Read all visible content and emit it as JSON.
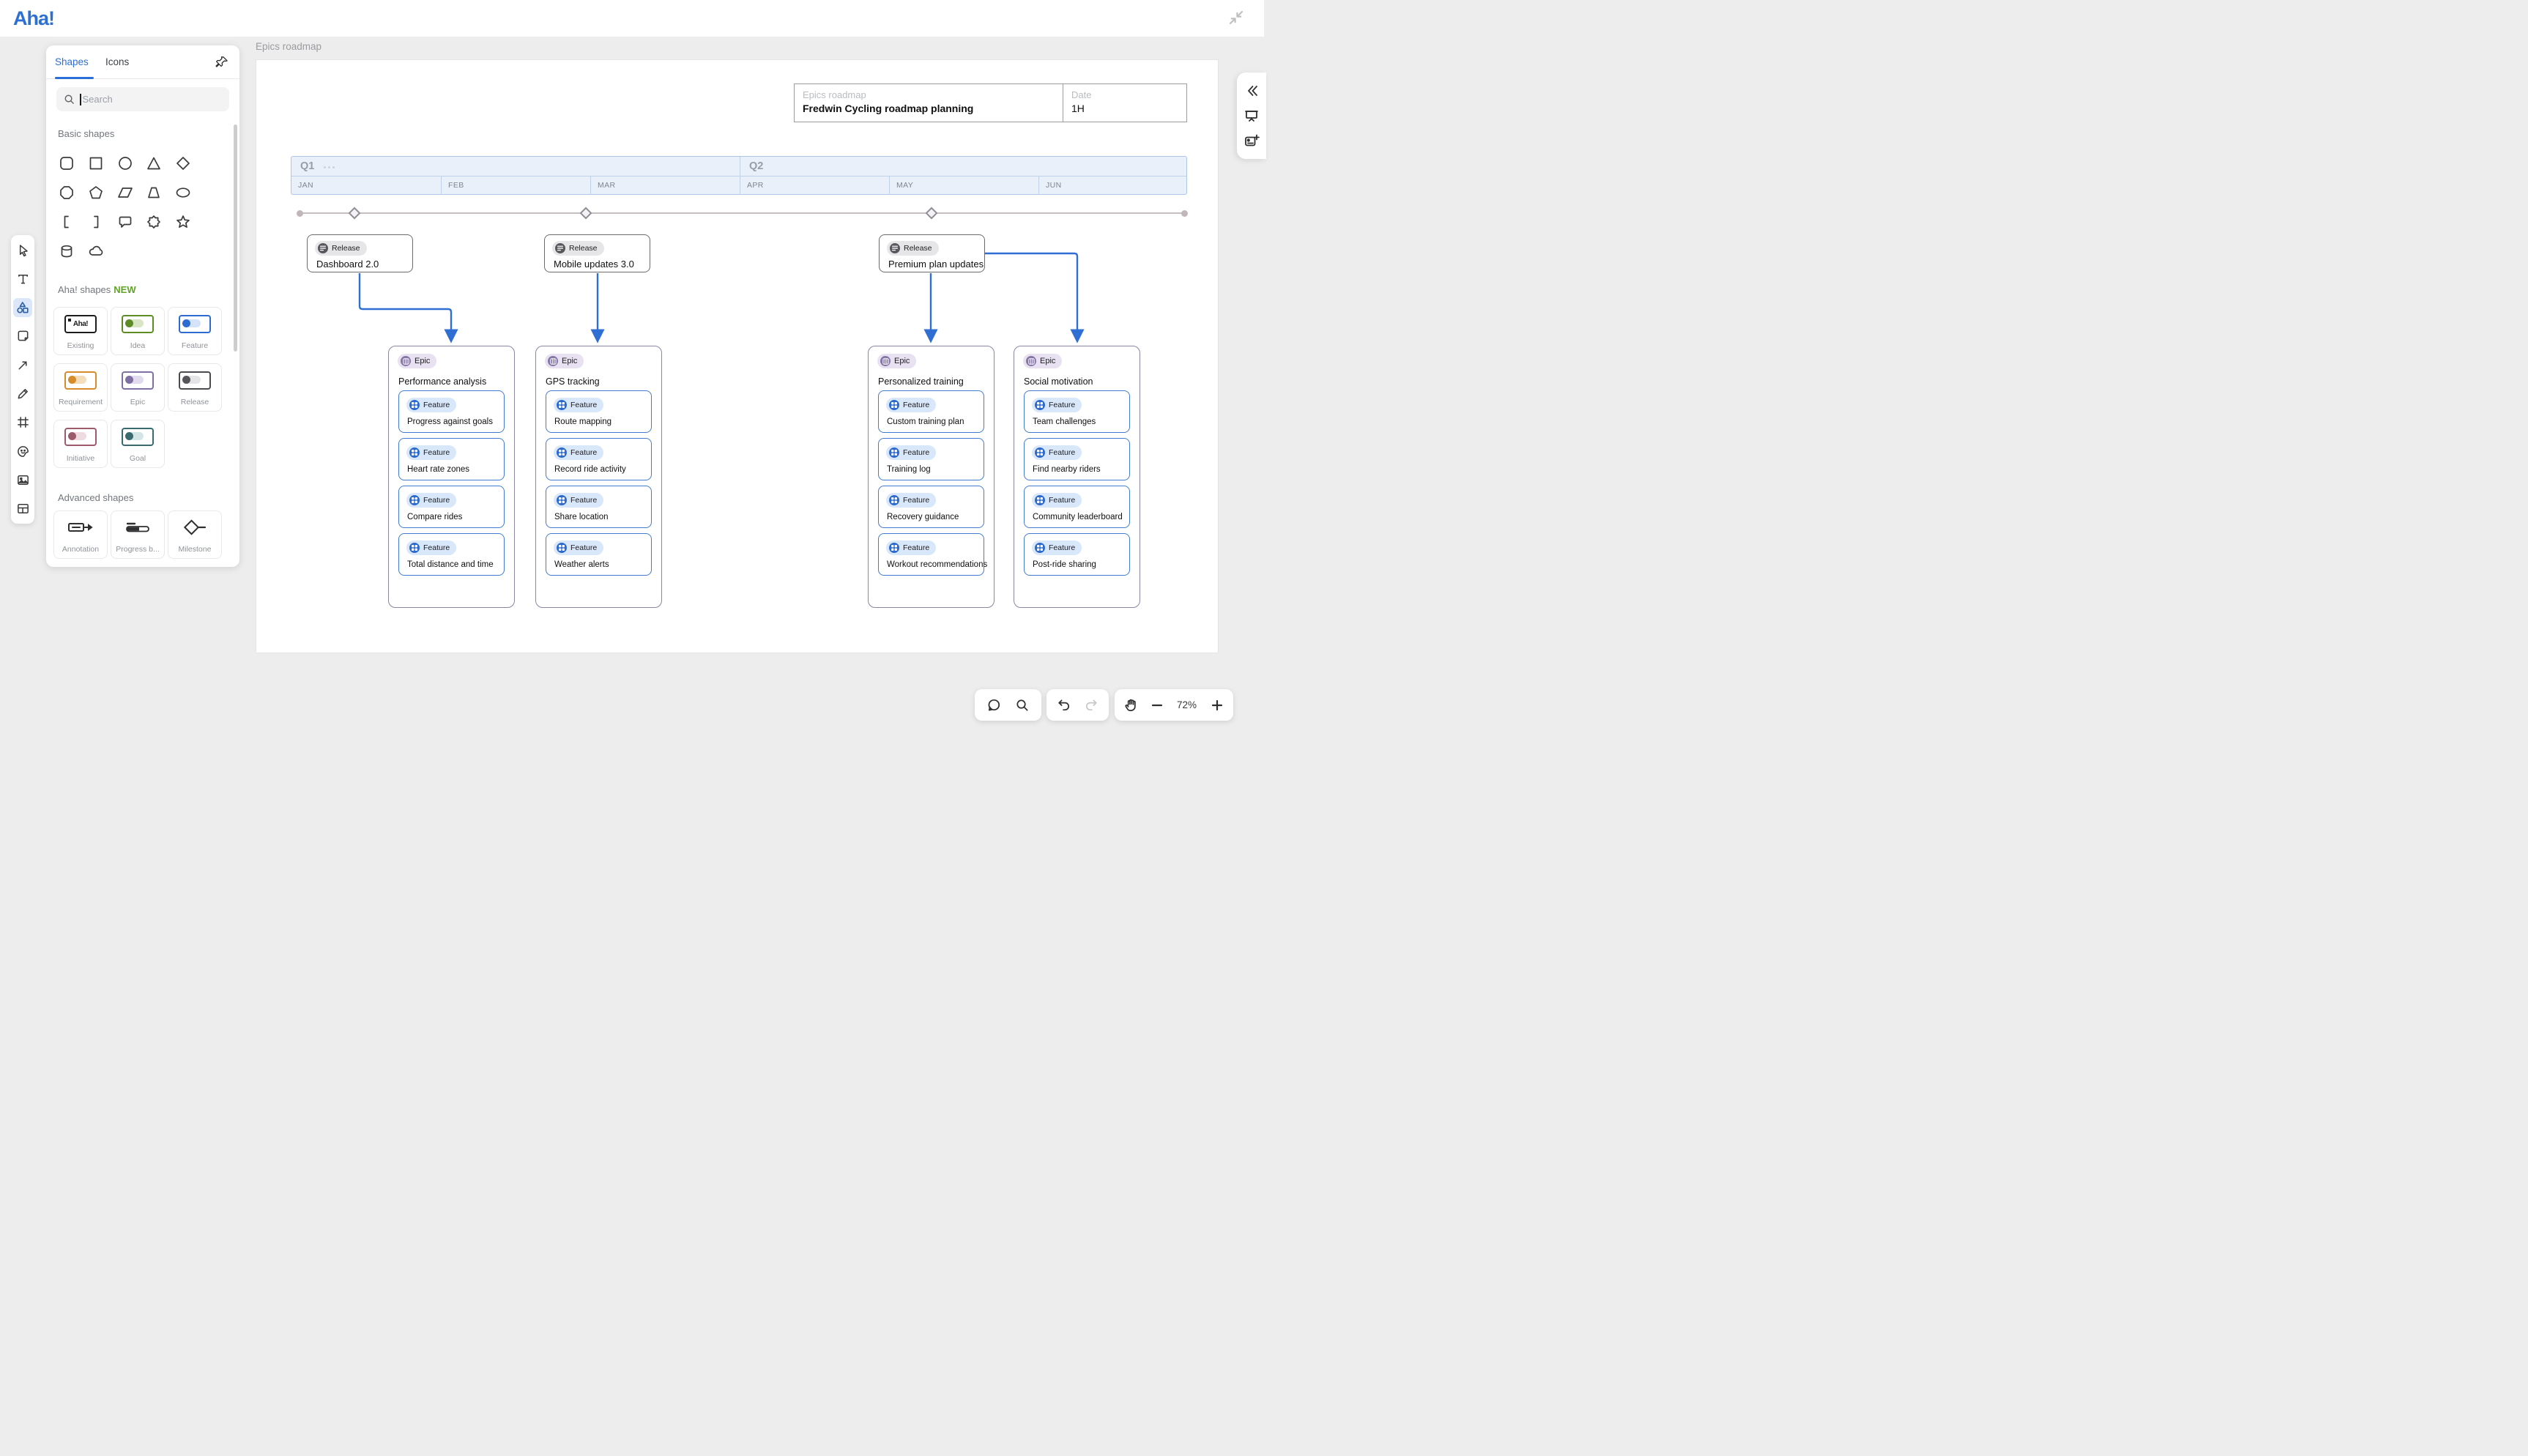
{
  "app": {
    "logo": "Aha!"
  },
  "panel": {
    "tabs": [
      {
        "label": "Shapes"
      },
      {
        "label": "Icons"
      }
    ],
    "search": {
      "placeholder": "Search"
    },
    "basic": {
      "title": "Basic shapes",
      "shapes": [
        "rounded-square",
        "square",
        "circle",
        "triangle",
        "diamond",
        "octagon",
        "pentagon",
        "parallelogram",
        "trapezoid",
        "ellipse",
        "bracket-left",
        "bracket-right",
        "speech-bubble",
        "starburst",
        "star",
        "cylinder",
        "cloud"
      ]
    },
    "aha": {
      "title": "Aha! shapes",
      "badge": "NEW",
      "items": [
        {
          "label": "Existing",
          "mini_text": "Aha!"
        },
        {
          "label": "Idea"
        },
        {
          "label": "Feature"
        },
        {
          "label": "Requirement"
        },
        {
          "label": "Epic"
        },
        {
          "label": "Release"
        },
        {
          "label": "Initiative"
        },
        {
          "label": "Goal"
        }
      ]
    },
    "advanced": {
      "title": "Advanced shapes",
      "items": [
        {
          "label": "Annotation"
        },
        {
          "label": "Progress b..."
        },
        {
          "label": "Milestone"
        }
      ]
    }
  },
  "board": {
    "frame_label": "Epics roadmap",
    "info": {
      "title_label": "Epics roadmap",
      "title_value": "Fredwin Cycling roadmap planning",
      "date_label": "Date",
      "date_value": "1H"
    },
    "timeline": {
      "quarters": [
        "Q1",
        "Q2"
      ],
      "months": [
        "JAN",
        "FEB",
        "MAR",
        "APR",
        "MAY",
        "JUN"
      ]
    },
    "labels": {
      "release": "Release",
      "epic": "Epic",
      "feature": "Feature"
    },
    "releases": [
      {
        "title": "Dashboard 2.0"
      },
      {
        "title": "Mobile updates 3.0"
      },
      {
        "title": "Premium plan updates"
      }
    ],
    "epics": [
      {
        "title": "Performance analysis",
        "features": [
          {
            "title": "Progress against goals"
          },
          {
            "title": "Heart rate zones"
          },
          {
            "title": "Compare rides"
          },
          {
            "title": "Total distance and time"
          }
        ]
      },
      {
        "title": "GPS tracking",
        "features": [
          {
            "title": "Route mapping"
          },
          {
            "title": "Record ride activity"
          },
          {
            "title": "Share location"
          },
          {
            "title": "Weather alerts"
          }
        ]
      },
      {
        "title": "Personalized training",
        "features": [
          {
            "title": "Custom training plan"
          },
          {
            "title": "Training log"
          },
          {
            "title": "Recovery guidance"
          },
          {
            "title": "Workout recommendations"
          }
        ]
      },
      {
        "title": "Social motivation",
        "features": [
          {
            "title": "Team challenges"
          },
          {
            "title": "Find nearby riders"
          },
          {
            "title": "Community leaderboard"
          },
          {
            "title": "Post-ride sharing"
          }
        ]
      }
    ]
  },
  "bottom_toolbar": {
    "zoom_value": "72%"
  },
  "colors": {
    "accent_blue": "#2a6fd6",
    "connector_blue": "#2f6fd3",
    "feature_blue": "#2d6ace",
    "epic_purple": "#8577a6",
    "release_gray": "#57575c",
    "idea_green": "#5d8c25",
    "requirement_orange": "#d78b2a",
    "initiative_maroon": "#9c5a6b",
    "goal_teal": "#386a6e",
    "new_badge_green": "#61a427",
    "timeline_bg": "#e9f0f9",
    "canvas_bg": "#ededee"
  }
}
